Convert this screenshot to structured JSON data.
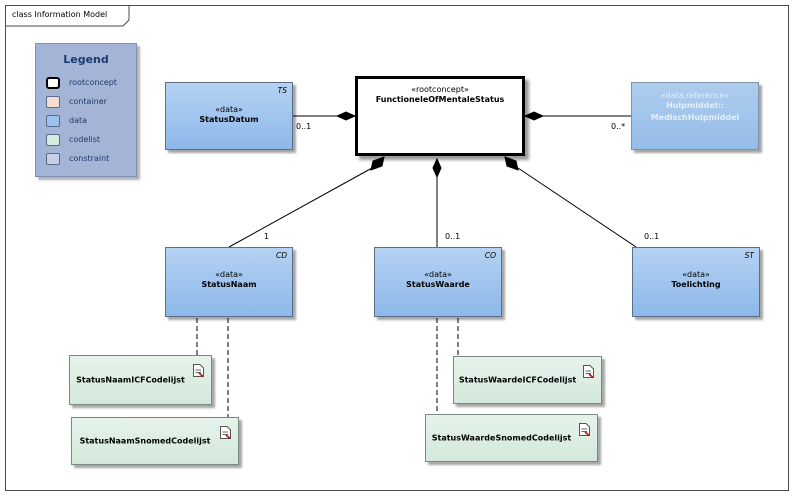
{
  "frame": {
    "title": "class Information Model"
  },
  "legend": {
    "title": "Legend",
    "items": [
      {
        "label": "rootconcept",
        "color": "#ffffff"
      },
      {
        "label": "container",
        "color": "#f5ddd2"
      },
      {
        "label": "data",
        "color": "#9cc3ee"
      },
      {
        "label": "codelist",
        "color": "#d5ecdd"
      },
      {
        "label": "constraint",
        "color": "#c7cfe5"
      }
    ]
  },
  "classes": {
    "root": {
      "stereotype": "«rootconcept»",
      "name": "FunctioneleOfMentaleStatus"
    },
    "status_datum": {
      "stereotype": "«data»",
      "name": "StatusDatum",
      "type": "TS"
    },
    "hulpmiddel": {
      "stereotype": "«data,reference»",
      "name_line1": "Hulpmiddel::",
      "name_line2": "MedischHulpmiddel"
    },
    "status_naam": {
      "stereotype": "«data»",
      "name": "StatusNaam",
      "type": "CD"
    },
    "status_waarde": {
      "stereotype": "«data»",
      "name": "StatusWaarde",
      "type": "CO"
    },
    "toelichting": {
      "stereotype": "«data»",
      "name": "Toelichting",
      "type": "ST"
    }
  },
  "codelists": {
    "naam_icf": "StatusNaamICFCodelijst",
    "naam_snomed": "StatusNaamSnomedCodelijst",
    "waarde_icf": "StatusWaardeICFCodelijst",
    "waarde_snomed": "StatusWaardeSnomedCodelijst"
  },
  "multiplicities": {
    "status_datum": "0..1",
    "hulpmiddel": "0..*",
    "status_naam": "1",
    "status_waarde": "0..1",
    "toelichting": "0..1"
  }
}
